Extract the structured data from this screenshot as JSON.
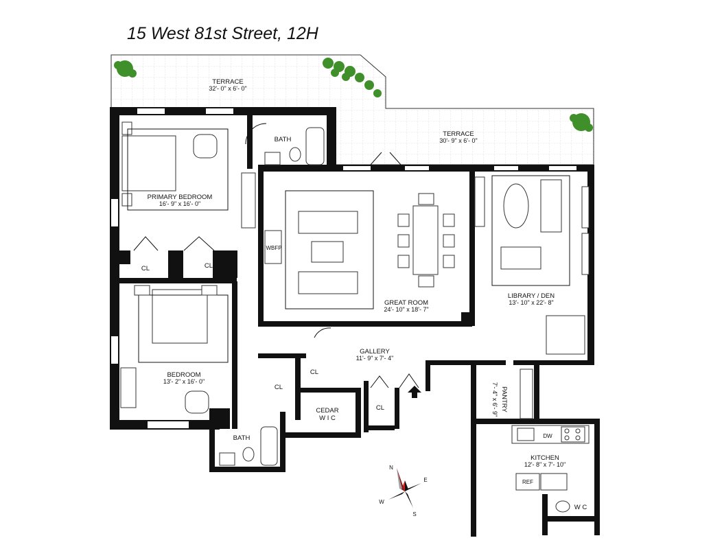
{
  "title": "15 West 81st Street, 12H",
  "rooms": {
    "terrace_west": {
      "name": "TERRACE",
      "dims": "32'- 0\" x 6'- 0\""
    },
    "terrace_east": {
      "name": "TERRACE",
      "dims": "30'- 9\" x 6'- 0\""
    },
    "bath_primary": {
      "name": "BATH"
    },
    "primary_bedroom": {
      "name": "PRIMARY BEDROOM",
      "dims": "16'- 9\" x 16'- 0\""
    },
    "closet_1": {
      "name": "CL"
    },
    "closet_2": {
      "name": "CL"
    },
    "wbfp": {
      "name": "WBFP"
    },
    "great_room": {
      "name": "GREAT ROOM",
      "dims": "24'- 10\" x 18'- 7\""
    },
    "library": {
      "name": "LIBRARY / DEN",
      "dims": "13'- 10\" x 22'- 8\""
    },
    "bedroom": {
      "name": "BEDROOM",
      "dims": "13'- 2\" x 16'- 0\""
    },
    "closet_3": {
      "name": "CL"
    },
    "closet_4": {
      "name": "CL"
    },
    "gallery": {
      "name": "GALLERY",
      "dims": "11'- 9\" x 7'- 4\""
    },
    "cedar_wic": {
      "name_line1": "CEDAR",
      "name_line2": "W I C"
    },
    "closet_5": {
      "name": "CL"
    },
    "bath_2": {
      "name": "BATH"
    },
    "pantry": {
      "name": "PANTRY",
      "dims": "7'- 4\" x 6'- 9\""
    },
    "kitchen": {
      "name": "KITCHEN",
      "dims": "12'- 8\" x 7'- 10\""
    },
    "wc": {
      "name": "W C"
    }
  },
  "appliances": {
    "dishwasher": "DW",
    "refrigerator": "REF"
  },
  "compass": {
    "n": "N",
    "e": "E",
    "s": "S",
    "w": "W",
    "accent": "#d62020"
  },
  "colors": {
    "walls": "#111111",
    "plants": "#3f8f2a"
  }
}
